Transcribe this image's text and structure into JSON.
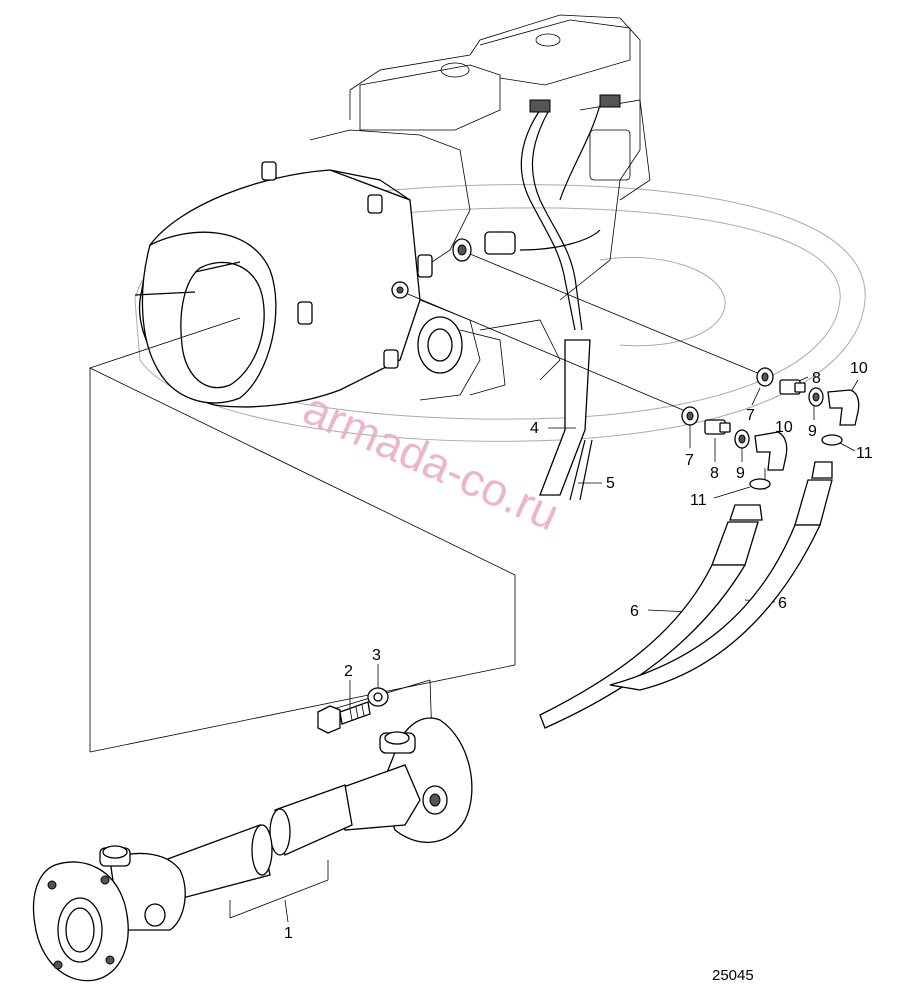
{
  "labels": {
    "l1": "1",
    "l2": "2",
    "l3": "3",
    "l4": "4",
    "l5": "5",
    "l6a": "6",
    "l6b": "6",
    "l7a": "7",
    "l7b": "7",
    "l8a": "8",
    "l8b": "8",
    "l9a": "9",
    "l9b": "9",
    "l10a": "10",
    "l10b": "10",
    "l11a": "11",
    "l11b": "11"
  },
  "figure_number": "25045",
  "watermark": "armada-co.ru",
  "colors": {
    "line": "#000000",
    "outline_gray": "#aaaaaa",
    "watermark": "#e9a9c3"
  }
}
